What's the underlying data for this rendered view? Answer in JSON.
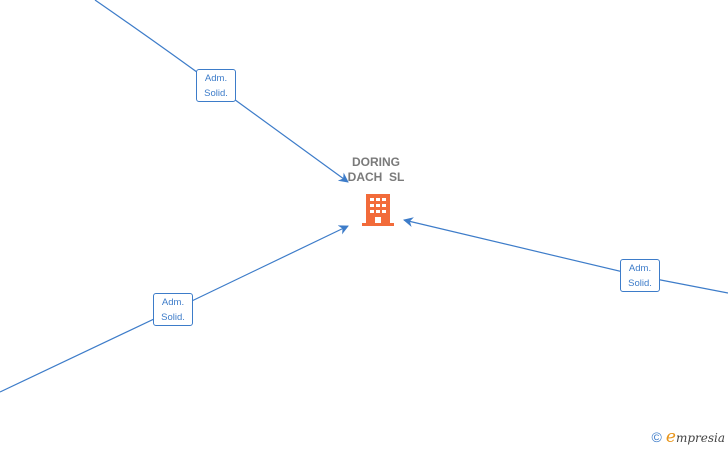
{
  "company": {
    "name_line1": "DORING",
    "name_line2": "DACH  SL",
    "icon": "building-icon",
    "icon_color": "#f26b3a"
  },
  "relations": [
    {
      "label_line1": "Adm.",
      "label_line2": "Solid."
    },
    {
      "label_line1": "Adm.",
      "label_line2": "Solid."
    },
    {
      "label_line1": "Adm.",
      "label_line2": "Solid."
    }
  ],
  "line_color": "#3d7cc9",
  "footer": {
    "copyright_symbol": "©",
    "brand_initial": "e",
    "brand_rest": "mpresia"
  }
}
